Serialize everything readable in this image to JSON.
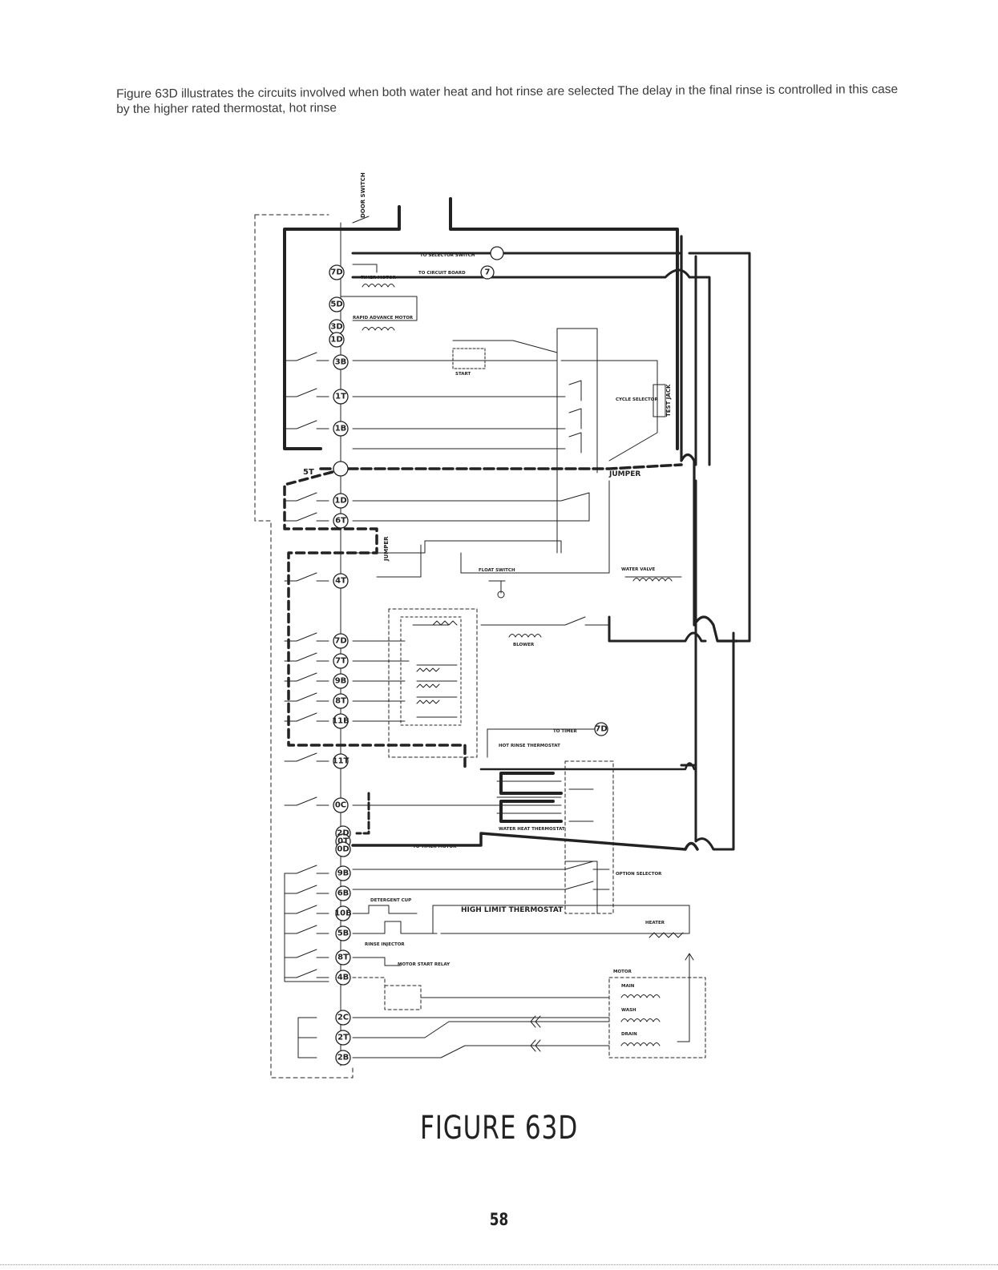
{
  "intro_text": "Figure 63D illustrates the circuits involved when both water heat and hot rinse are selected  The delay in the final rinse is controlled in this case by the higher rated thermostat, hot rinse",
  "figure_caption": "FIGURE 63D",
  "page_number": "58",
  "terminals": [
    "7D",
    "5D",
    "3D",
    "1D",
    "3B",
    "1T",
    "1B",
    "5T",
    "1D",
    "6T",
    "4T",
    "7D",
    "7T",
    "9B",
    "8T",
    "11B",
    "11T",
    "0C",
    "2D",
    "0T",
    "0D",
    "9B",
    "6B",
    "10B",
    "5B",
    "8T",
    "4B",
    "2C",
    "2T",
    "2B"
  ],
  "labels": {
    "door_switch": "DOOR SWITCH",
    "to_selector": "TO SELECTOR SWITCH",
    "to_circuit_board": "TO CIRCUIT BOARD",
    "board_ref": "7",
    "timer_motor": "TIMER MOTOR",
    "rapid_advance_motor": "RAPID ADVANCE MOTOR",
    "start": "START",
    "cycle_selector": "CYCLE SELECTOR",
    "test_jack": "TEST JACK",
    "jumper": "JUMPER",
    "float_switch": "FLOAT SWITCH",
    "water_valve": "WATER VALVE",
    "blower": "BLOWER",
    "to_timer": "TO TIMER",
    "hot_rinse_thermostat": "HOT RINSE THERMOSTAT",
    "water_heat_thermostat": "WATER HEAT THERMOSTAT",
    "to_timer_motor": "TO TIMER MOTOR",
    "option_selector": "OPTION SELECTOR",
    "detergent_cup": "DETERGENT CUP",
    "high_limit_thermostat": "HIGH LIMIT THERMOSTAT",
    "heater": "HEATER",
    "rinse_injector": "RINSE INJECTOR",
    "motor_start_relay": "MOTOR START RELAY",
    "motor": "MOTOR",
    "main": "MAIN",
    "wash": "WASH",
    "drain": "DRAIN"
  }
}
